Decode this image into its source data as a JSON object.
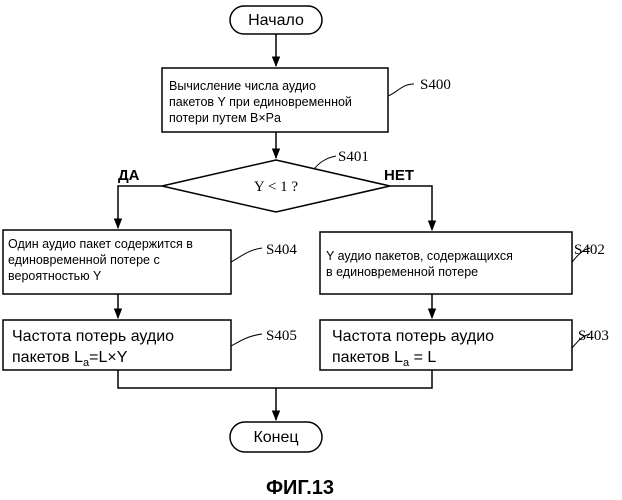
{
  "diagram": {
    "start_label": "Начало",
    "end_label": "Конец",
    "figure_caption": "ФИГ.13",
    "steps": {
      "s400": {
        "ref": "S400",
        "lines": [
          "Вычисление числа аудио",
          "пакетов Y при единовременной",
          "потери путем B×Pa"
        ]
      },
      "s401": {
        "ref": "S401",
        "condition": "Y < 1 ?",
        "yes_label": "ДА",
        "no_label": "НЕТ"
      },
      "s402": {
        "ref": "S402",
        "lines": [
          "Y аудио пакетов, содержащихся",
          "в единовременной потере"
        ]
      },
      "s403": {
        "ref": "S403",
        "line1": "Частота потерь аудио",
        "line2_prefix": "пакетов L",
        "line2_sub": "a",
        "line2_suffix": " = L"
      },
      "s404": {
        "ref": "S404",
        "lines": [
          "Один аудио пакет содержится в",
          "единовременной потере с",
          "вероятностью Y"
        ]
      },
      "s405": {
        "ref": "S405",
        "line1": "Частота потерь аудио",
        "line2_prefix": "пакетов L",
        "line2_sub": "a",
        "line2_suffix": "=L×Y"
      }
    }
  }
}
